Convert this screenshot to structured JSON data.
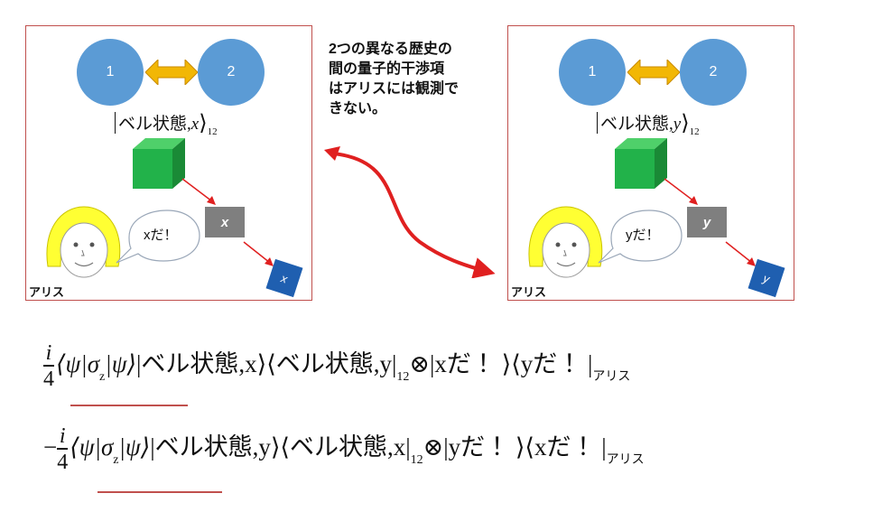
{
  "left_panel": {
    "particle1": "1",
    "particle2": "2",
    "state_text": "ベル状態,",
    "state_var": "x",
    "state_sub": "12",
    "result_box": "x",
    "card": "x",
    "speech": "xだ！",
    "observer": "アリス"
  },
  "right_panel": {
    "particle1": "1",
    "particle2": "2",
    "state_text": "ベル状態,",
    "state_var": "y",
    "state_sub": "12",
    "result_box": "y",
    "card": "y",
    "speech": "yだ！",
    "observer": "アリス"
  },
  "annotation": {
    "lines": [
      "2つの異なる歴史の",
      "間の量子的干渉項",
      "はアリスには観測で",
      "きない。"
    ]
  },
  "formula1": {
    "numerator": "i",
    "denominator": "4",
    "expectation": "⟨ψ|σ",
    "sigma_sub": "z",
    "expectation_end": "|ψ⟩",
    "part_a": "|ベル状態,x⟩⟨ベル状態,y|",
    "sub12": "12",
    "part_b": "⊗|xだ ！⟩⟨yだ ！|",
    "sub_alice": "アリス"
  },
  "formula2": {
    "sign": "−",
    "numerator": "i",
    "denominator": "4",
    "expectation": "⟨ψ|σ",
    "sigma_sub": "z",
    "expectation_end": "|ψ⟩",
    "part_a": "|ベル状態,y⟩⟨ベル状態,x|",
    "sub12": "12",
    "part_b": "⊗|yだ ！⟩⟨xだ ！|",
    "sub_alice": "アリス"
  },
  "colors": {
    "circle": "#5b9bd5",
    "double_arrow": "#f2b705",
    "cube": "#22aa44",
    "result_box": "#7f7f7f",
    "card": "#1f5fb0",
    "interference_arrow": "#e02020",
    "panel_border": "#c0504d",
    "face": "#ffff33"
  }
}
